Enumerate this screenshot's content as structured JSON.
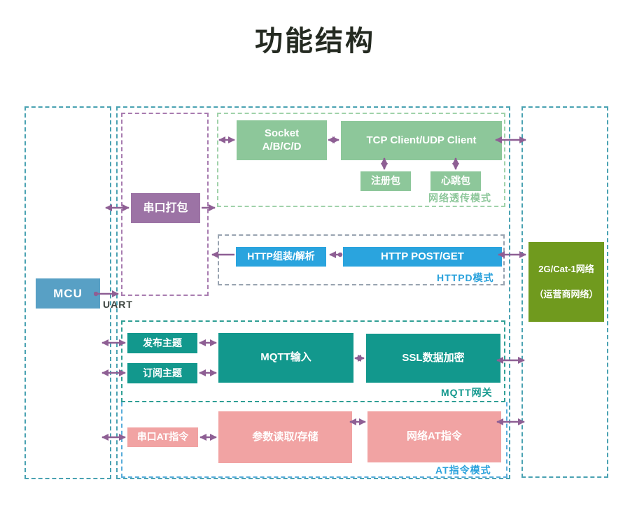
{
  "title": "功能结构",
  "colors": {
    "title_text": "#242a21",
    "outer_border": "#4aa2b2",
    "purple_border": "#a87cb0",
    "purple_box": "#9c73a5",
    "green_border": "#a0d2aa",
    "green_box": "#8dc79a",
    "green_label": "#8dc79a",
    "httpd_border": "#98a3b0",
    "blue_box": "#2aa4de",
    "blue_label": "#2aa2dc",
    "teal_border": "#2f9f95",
    "teal_box": "#12988d",
    "teal_label": "#12988d",
    "at_border": "#58acda",
    "pink_box": "#f1a3a3",
    "mcu_box": "#58a0c5",
    "network_box": "#709a1e",
    "arrow": "#8e5f94",
    "uart_text": "#3c443f",
    "box_text": "#ffffff"
  },
  "left_region": {
    "mcu": "MCU",
    "uart": "UART"
  },
  "module_region": {
    "serial_pack": "串口打包",
    "transparent": {
      "label": "网络透传模式",
      "socket_l1": "Socket",
      "socket_l2": "A/B/C/D",
      "tcp": "TCP Client/UDP Client",
      "register": "注册包",
      "heartbeat": "心跳包"
    },
    "httpd": {
      "label": "HTTPD模式",
      "parse": "HTTP组装/解析",
      "post": "HTTP POST/GET"
    },
    "mqtt": {
      "label": "MQTT网关",
      "publish": "发布主题",
      "subscribe": "订阅主题",
      "input": "MQTT输入",
      "ssl": "SSL数据加密"
    },
    "at": {
      "label": "AT指令模式",
      "serial_at": "串口AT指令",
      "param": "参数读取/存储",
      "net_at": "网络AT指令"
    }
  },
  "network_region": {
    "line1": "2G/Cat-1网络",
    "line2": "（运营商网络）"
  }
}
